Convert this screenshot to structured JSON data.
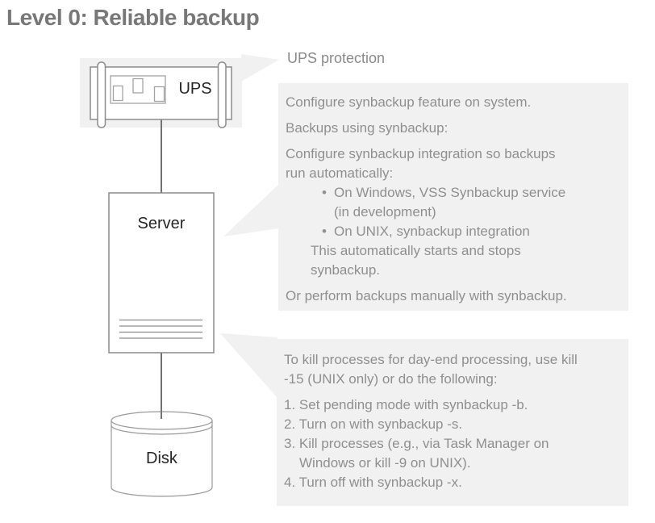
{
  "title": "Level 0: Reliable backup",
  "colors": {
    "title_text": "#787878",
    "callout_background": "#f1f1f1",
    "callout_text": "#8f8f8f",
    "shape_outline": "#8c8c8c",
    "shape_label_text": "#262626",
    "connector_line": "#737373"
  },
  "diagram": {
    "ups_label": "UPS",
    "server_label": "Server",
    "disk_label": "Disk"
  },
  "ups_note": "UPS protection",
  "backup_callout": {
    "lines": [
      "Configure synbackup feature on system.",
      "Backups using synbackup:",
      "Configure synbackup integration so backups",
      "run automatically:",
      "On Windows, VSS Synbackup service",
      "(in development)",
      "On UNIX, synbackup integration",
      "This automatically starts and stops",
      "synbackup.",
      "Or perform backups manually with synbackup."
    ]
  },
  "kill_callout": {
    "lines": [
      "To kill processes for day-end processing, use kill",
      "-15 (UNIX only) or do the following:",
      "1. Set pending mode with synbackup -b.",
      "2. Turn on with synbackup -s.",
      "3. Kill processes (e.g., via Task Manager on",
      "Windows or kill -9 on UNIX).",
      "4. Turn off with synbackup -x."
    ]
  }
}
